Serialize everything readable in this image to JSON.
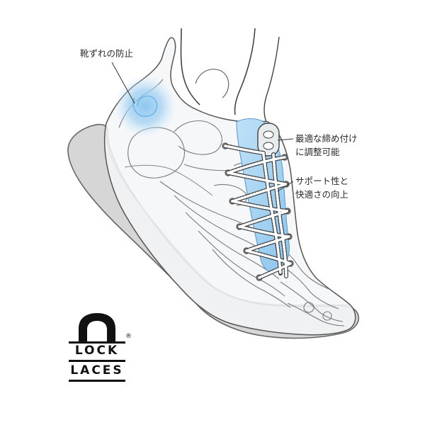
{
  "callouts": {
    "blister": "靴ずれの防止",
    "fit_line1": "最適な締め付け",
    "fit_line2": "に調整可能",
    "support_line1": "サポート性と",
    "support_line2": "快適さの向上"
  },
  "logo": {
    "word1": "LOCK",
    "word2": "LACES",
    "registered": "®"
  },
  "colors": {
    "highlight_blue": "#9fd0f2",
    "line": "#555555",
    "sole_fill": "#d6d6d6",
    "text": "#2a2a2a"
  }
}
